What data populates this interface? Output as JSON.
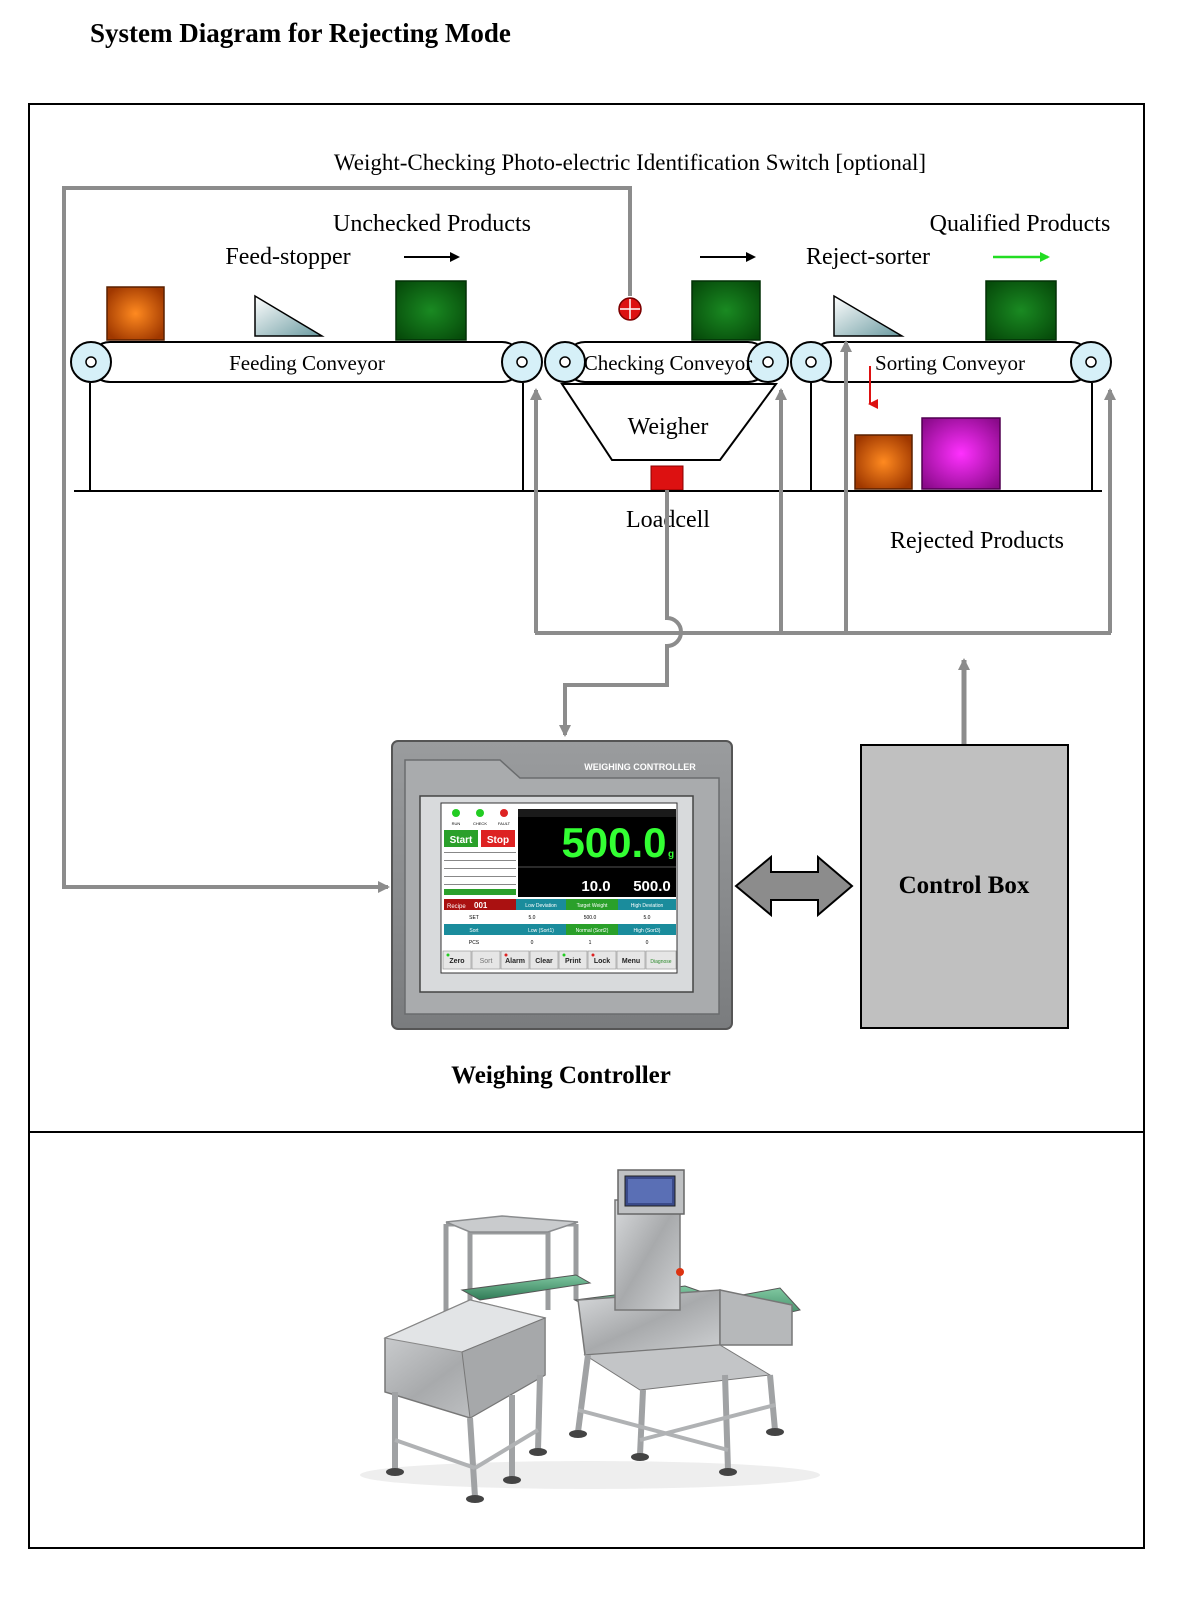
{
  "page_title": "System Diagram for Rejecting Mode",
  "labels": {
    "photo_switch": "Weight-Checking Photo-electric Identification Switch [optional]",
    "unchecked_products": "Unchecked Products",
    "feed_stopper": "Feed-stopper",
    "qualified_products": "Qualified Products",
    "reject_sorter": "Reject-sorter",
    "feeding_conveyor": "Feeding Conveyor",
    "checking_conveyor": "Checking Conveyor",
    "sorting_conveyor": "Sorting Conveyor",
    "weigher": "Weigher",
    "loadcell": "Loadcell",
    "rejected_products": "Rejected Products",
    "control_box": "Control Box",
    "weighing_controller": "Weighing Controller"
  },
  "controller_screen": {
    "brand_label": "WEIGHING CONTROLLER",
    "status_labels": [
      "RUN",
      "CHECK",
      "FAULT"
    ],
    "start_label": "Start",
    "stop_label": "Stop",
    "main_weight": "500.0",
    "unit": "g",
    "low_value": "10.0",
    "target_value": "500.0",
    "recipe_label": "Recipe",
    "recipe_value": "001",
    "table_headers": [
      "Low Deviation",
      "Target Weight",
      "High Deviation"
    ],
    "set_label": "SET",
    "set_values": [
      "5.0",
      "500.0",
      "5.0"
    ],
    "sort_headers": [
      "Low (Sort1)",
      "Normal (Sort2)",
      "High (Sort3)"
    ],
    "sort_label": "Sort",
    "pcs_label": "PCS",
    "pcs_values": [
      "0",
      "1",
      "0"
    ],
    "buttons": [
      "Zero",
      "Sort",
      "Alarm",
      "Clear",
      "Print",
      "Lock",
      "Menu",
      "Diagnose"
    ]
  },
  "colors": {
    "orange_product": "#e06010",
    "green_product": "#0a6a12",
    "magenta_product": "#d010d0",
    "wire_gray": "#8c8c8c",
    "roller_fill": "#d6f0f8",
    "control_box_fill": "#c0c0c0",
    "sensor_red": "#dd1111",
    "qualified_arrow": "#22dd22"
  }
}
